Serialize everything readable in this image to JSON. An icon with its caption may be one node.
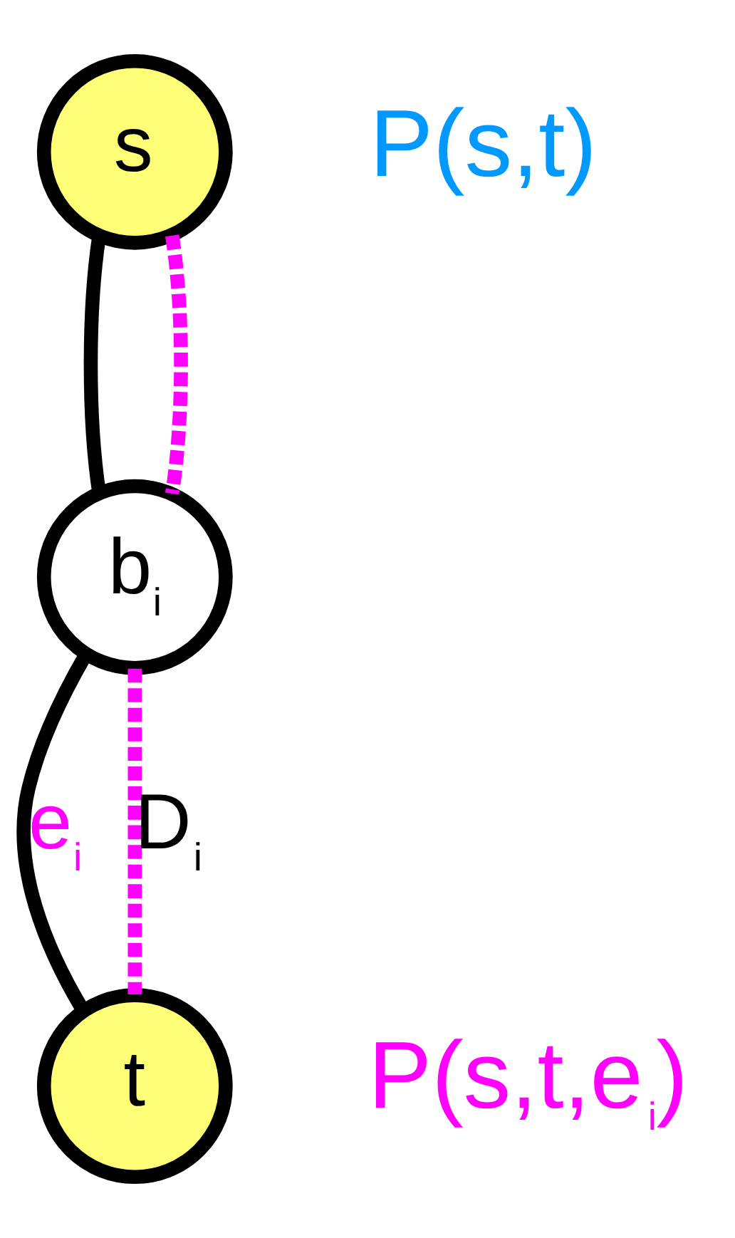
{
  "diagram": {
    "nodes": [
      {
        "text": [
          "s"
        ]
      },
      {
        "text": [
          "b$_{i}$"
        ]
      },
      {
        "text": [
          "t"
        ]
      }
    ],
    "edges": [
      {
        "from": 0,
        "to": 1,
        "arrow": "none"
      },
      {
        "from": 1,
        "to": 2,
        "arrow": "none",
        "label": "e$_{i}$"
      },
      {
        "from": 0,
        "to": 1,
        "arrow": "none",
        "style": "dashed",
        "color": "#ff00ff"
      },
      {
        "from": 1,
        "to": 2,
        "arrow": "none",
        "style": "dashed",
        "color": "#ff00ff",
        "label": "D$_{i}$"
      }
    ],
    "labels": [
      "P(s,t)",
      "P(s,t,e$_{i}$)"
    ]
  }
}
